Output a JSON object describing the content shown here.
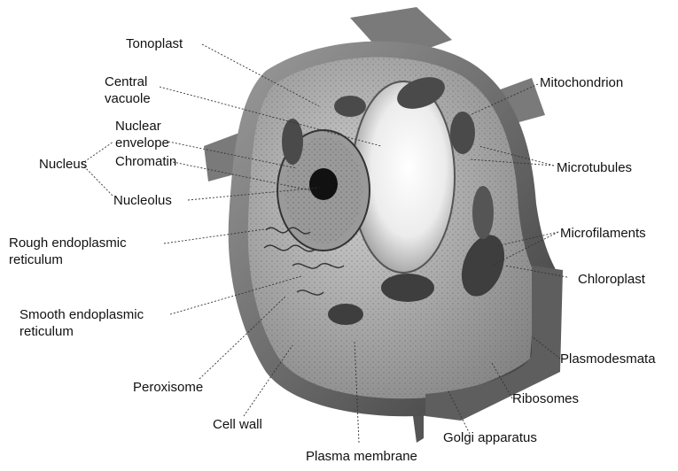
{
  "labels": {
    "tonoplast": "Tonoplast",
    "central_vacuole": "Central\nvacuole",
    "nuclear_envelope": "Nuclear\nenvelope",
    "chromatin": "Chromatin",
    "nucleus": "Nucleus",
    "nucleolus": "Nucleolus",
    "rough_er": "Rough endoplasmic\nreticulum",
    "smooth_er": "Smooth endoplasmic\nreticulum",
    "peroxisome": "Peroxisome",
    "cell_wall": "Cell wall",
    "plasma_membrane": "Plasma membrane",
    "mitochondrion": "Mitochondrion",
    "microtubules": "Microtubules",
    "microfilaments": "Microfilaments",
    "chloroplast": "Chloroplast",
    "plasmodesmata": "Plasmodesmata",
    "ribosomes": "Ribosomes",
    "golgi": "Golgi apparatus"
  },
  "colors": {
    "ink": "#1a1a1a",
    "wall_dark": "#4a4a4a",
    "wall_mid": "#8a8a8a",
    "cytoplasm": "#bdbdbd",
    "vacuole": "#f2f2f2"
  }
}
